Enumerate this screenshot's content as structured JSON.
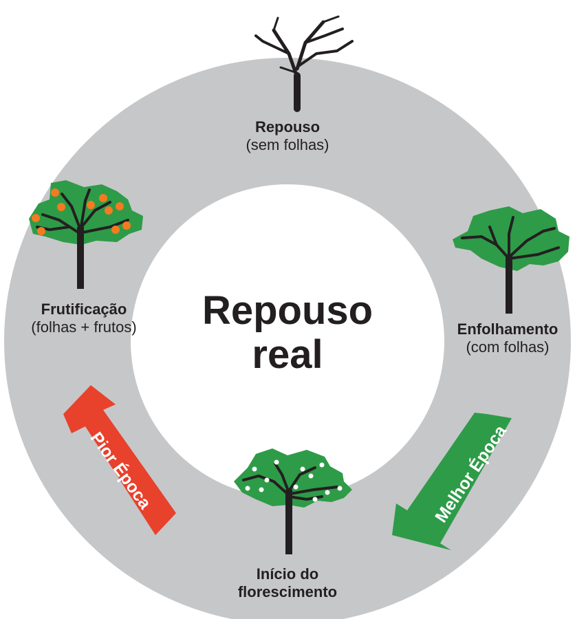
{
  "center_title": {
    "line1": "Repouso",
    "line2": "real"
  },
  "stages": {
    "repouso": {
      "title": "Repouso",
      "subtitle": "(sem folhas)"
    },
    "enfolhamento": {
      "title": "Enfolhamento",
      "subtitle": "(com folhas)"
    },
    "inicio": {
      "title_line1": "Início do",
      "title_line2": "florescimento"
    },
    "frutificacao": {
      "title": "Frutificação",
      "subtitle": "(folhas + frutos)"
    }
  },
  "arrows": {
    "melhor": {
      "label": "Melhor Época",
      "color": "#2e9b48"
    },
    "pior": {
      "label": "Pior Época",
      "color": "#e8412c"
    }
  },
  "colors": {
    "ring": "#c6c7c9",
    "foliage": "#2e9b48",
    "trunk": "#231f20",
    "fruit": "#f47a20",
    "flower": "#ffffff"
  }
}
